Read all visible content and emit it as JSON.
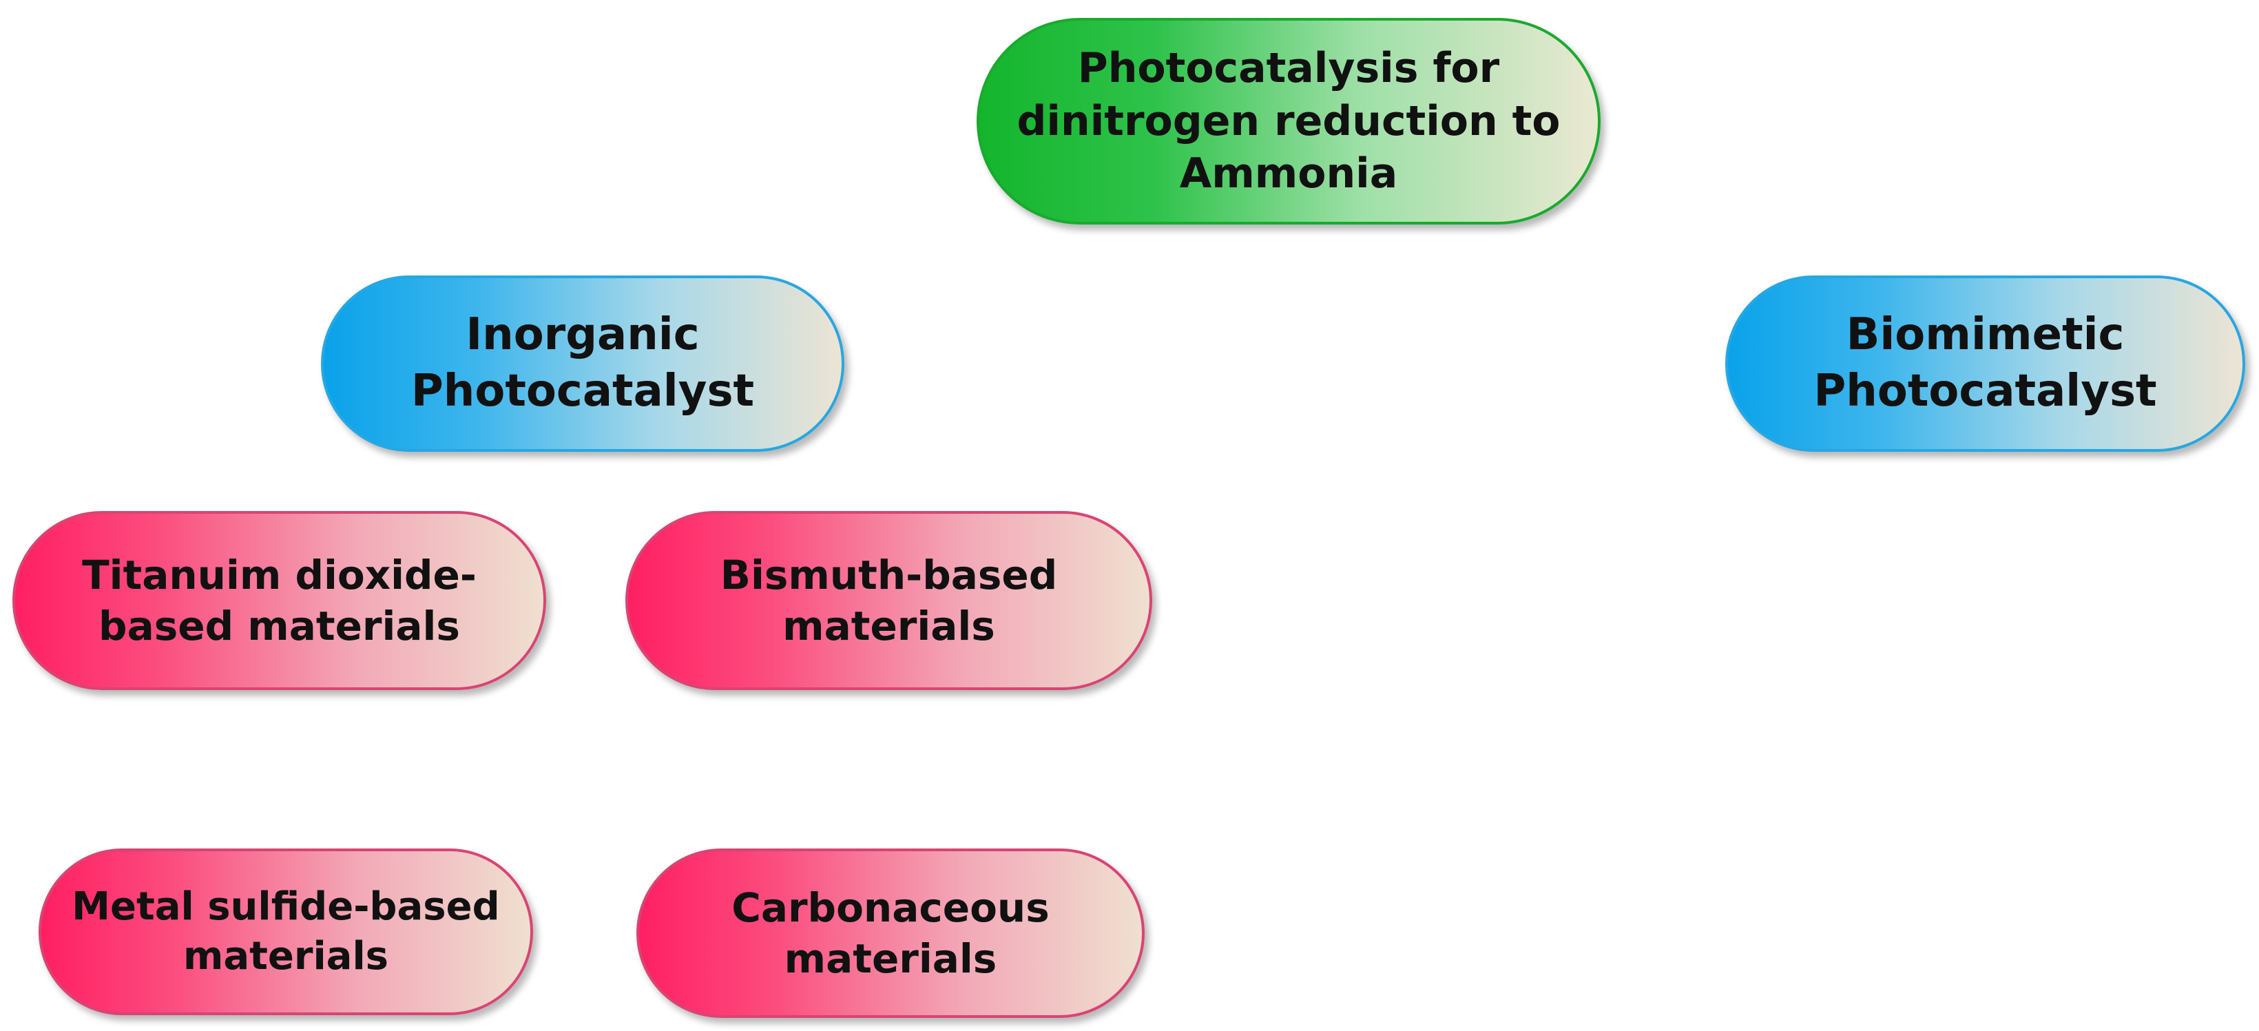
{
  "root": {
    "label": "Photocatalysis for\ndinitrogen reduction to\nAmmonia",
    "color": "#14b52d"
  },
  "categories": [
    {
      "label": "Inorganic\nPhotocatalyst",
      "color": "#0aa2ea",
      "children": [
        {
          "label": "Titanuim dioxide-\nbased materials",
          "color": "#ff1f62"
        },
        {
          "label": "Bismuth-based\nmaterials",
          "color": "#ff1f62"
        },
        {
          "label": "Metal sulfide-based\nmaterials",
          "color": "#ff1f62"
        },
        {
          "label": "Carbonaceous\nmaterials",
          "color": "#ff1f62"
        }
      ]
    },
    {
      "label": "Biomimetic\nPhotocatalyst",
      "color": "#0aa2ea",
      "children": []
    }
  ]
}
